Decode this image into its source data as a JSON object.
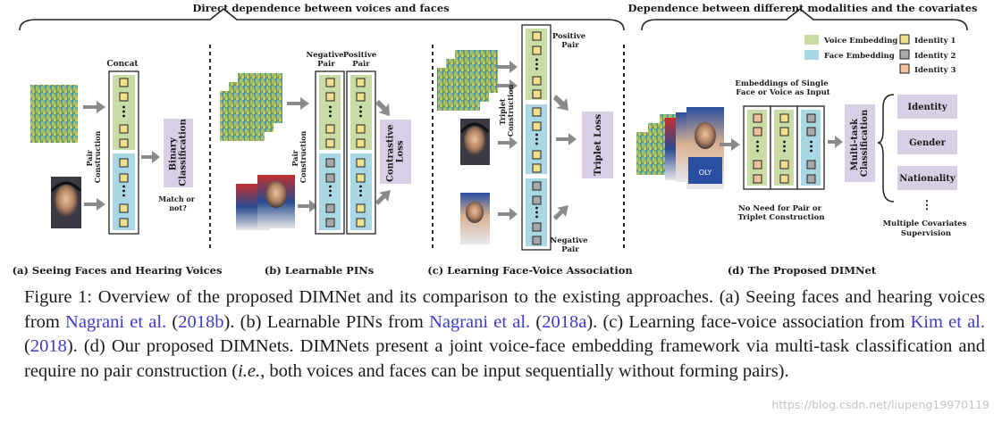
{
  "headers": {
    "left": "Direct dependence between voices and faces",
    "right": "Dependence between different modalities and the covariates"
  },
  "panel_a": {
    "concat": "Concat",
    "pair_construction": "Pair\nConstruction",
    "classifier": "Binary\nClassification",
    "match": "Match or\nnot?",
    "caption": "(a) Seeing Faces and Hearing Voices"
  },
  "panel_b": {
    "negative_pair": "Negative\nPair",
    "positive_pair": "Positive\nPair",
    "pair_construction": "Pair\nConstruction",
    "loss": "Contrastive\nLoss",
    "caption": "(b) Learnable PINs"
  },
  "panel_c": {
    "triplet_construction": "Triplet\nConstruction",
    "positive_pair": "Positive\nPair",
    "negative_pair": "Negative\nPair",
    "loss": "Triplet Loss",
    "caption": "(c) Learning Face-Voice Association"
  },
  "panel_d": {
    "legend": {
      "voice": "Voice Embedding",
      "face": "Face Embedding",
      "identity1": "Identity 1",
      "identity2": "Identity 2",
      "identity3": "Identity 3"
    },
    "embeddings_note": "Embeddings of Single\nFace or Voice as Input",
    "no_need": "No Need for Pair or\nTriplet Construction",
    "classifier": "Multi-task\nClassification",
    "outputs": [
      "Identity",
      "Gender",
      "Nationality"
    ],
    "ellipsis": "⋮",
    "supervision": "Multiple Covariates\nSupervision",
    "caption": "(d) The Proposed DIMNet"
  },
  "colors": {
    "voice": "#c9dca6",
    "face": "#a9d8e4",
    "box": "#d8cfe6",
    "arrow": "#8a8a8a",
    "id1": "#f2df8c",
    "id2": "#a8a8a8",
    "id3": "#f3c09c"
  },
  "caption": {
    "p1": "Figure 1: Overview of the proposed DIMNet and its comparison to the existing approaches. (a) Seeing faces and hearing voices from ",
    "r1": "Nagrani et al.",
    "p2": " (",
    "y1": "2018b",
    "p3": "). (b) Learnable PINs from ",
    "r2": "Nagrani et al.",
    "p4": " (",
    "y2": "2018a",
    "p5": "). (c) Learning face-voice association from ",
    "r3": "Kim et al.",
    "p6": " (",
    "y3": "2018",
    "p7": "). (d) Our proposed DIMNets. DIMNets present a joint voice-face embedding framework via multi-task classification and require no pair construction (",
    "ie": "i.e.",
    "p8": ", both voices and faces can be input sequentially without forming pairs)."
  },
  "watermark": "https://blog.csdn.net/liupeng19970119"
}
